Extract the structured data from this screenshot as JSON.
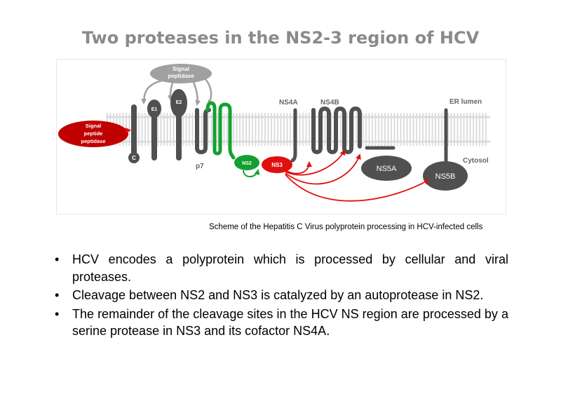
{
  "title": "Two proteases in the NS2-3 region of HCV",
  "caption": "Scheme of the Hepatitis C Virus polyprotein processing in HCV-infected cells",
  "bullet_symbol": "•",
  "bullets": [
    "HCV encodes a polyprotein which is processed by cellular and viral proteases.",
    "Cleavage between NS2 and NS3 is catalyzed by an autoprotease in NS2.",
    "The remainder of the cleavage sites in the HCV NS region are processed by a serine protease in NS3 and its cofactor NS4A."
  ],
  "diagram": {
    "labels": {
      "signal_peptidase": [
        "Signal",
        "peptidase"
      ],
      "signal_peptide_peptidase": [
        "Signal",
        "peptide",
        "peptidase"
      ],
      "e1": "E1",
      "e2": "E2",
      "c": "C",
      "p7": "p7",
      "ns2": "NS2",
      "ns3": "NS3",
      "ns4a": "NS4A",
      "ns4b": "NS4B",
      "ns5a": "NS5A",
      "ns5b": "NS5B",
      "er_lumen": "ER lumen",
      "cytosol": "Cytosol"
    },
    "colors": {
      "protein": "#505050",
      "host_enzyme": "#a0a0a0",
      "ns2": "#14a030",
      "ns3": "#e01010",
      "spp": "#c00000",
      "membrane": "#cccccc"
    }
  }
}
